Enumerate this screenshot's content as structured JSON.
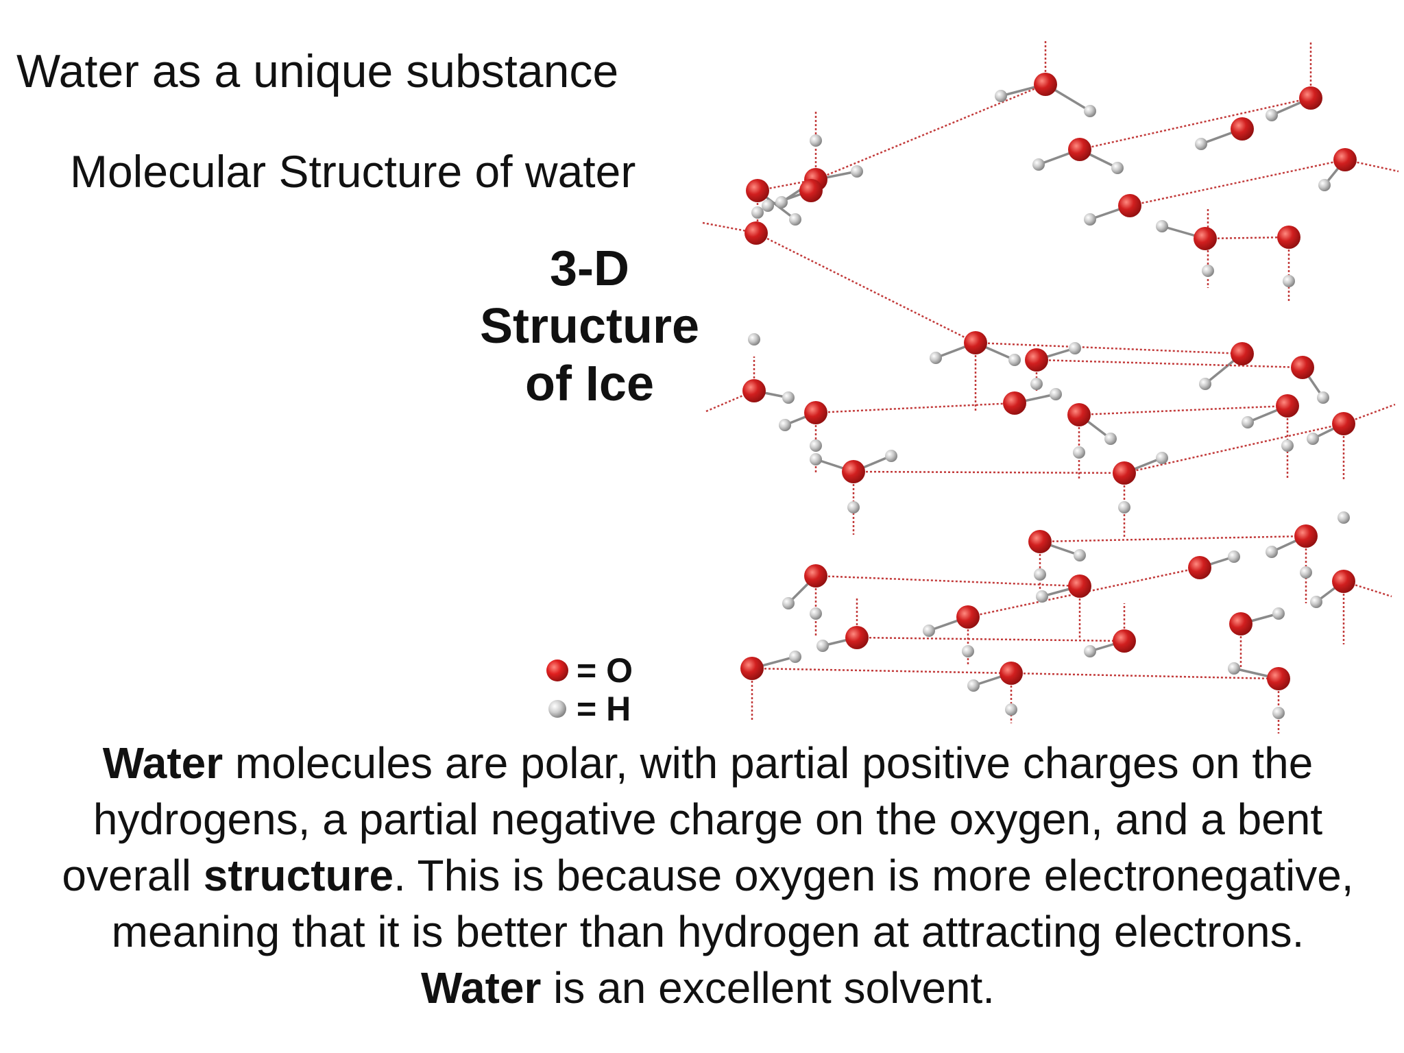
{
  "slide": {
    "title": "Water as a unique substance",
    "subtitle": "Molecular Structure of water"
  },
  "diagram": {
    "label_lines": [
      "3-D",
      "Structure",
      "of Ice"
    ],
    "legend": [
      {
        "symbol": "O",
        "text": "= O",
        "color": "#d11f1f"
      },
      {
        "symbol": "H",
        "text": "= H",
        "color": "#c8c8c8"
      }
    ],
    "colors": {
      "oxygen": "#d11f1f",
      "hydrogen": "#c8c8c8",
      "hydrogen_bond": "#c23a3a",
      "covalent_bond": "#8a8a8a"
    }
  },
  "caption": {
    "seg1_bold": "Water",
    "seg2": " molecules are polar, with partial positive charges on the hydrogens, a partial negative charge on the oxygen, and a bent overall ",
    "seg3_bold": "structure",
    "seg4": ". This is because oxygen is more electronegative, meaning that it is better than hydrogen at attracting electrons. ",
    "seg5_bold": "Water",
    "seg6": " is an excellent solvent."
  }
}
